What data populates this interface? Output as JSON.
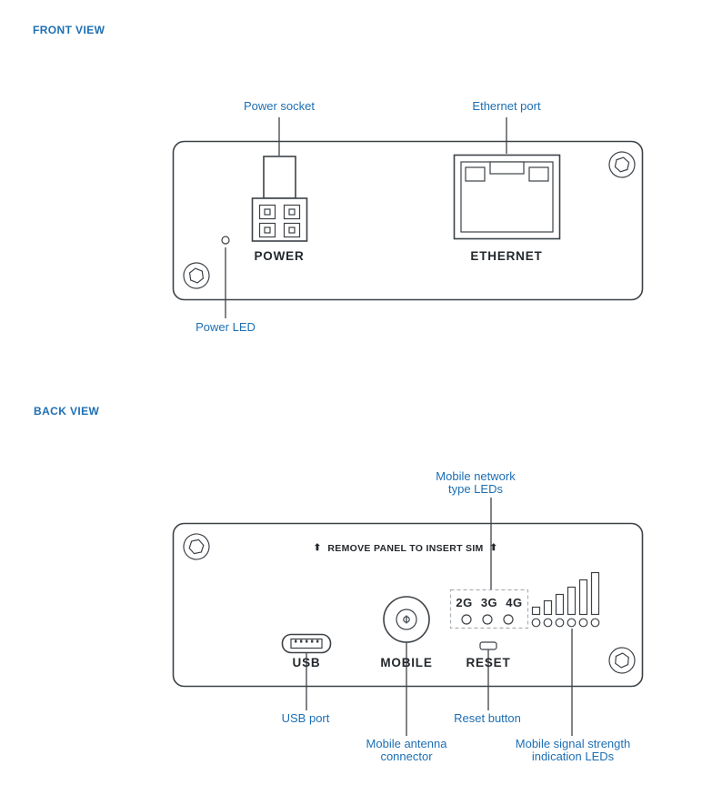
{
  "meta": {
    "accent": "#1d6fb3",
    "line_color": "#3d4247",
    "text_color": "#24282c",
    "background": "#ffffff"
  },
  "front_view": {
    "title": "FRONT VIEW",
    "callouts": {
      "power_socket": "Power socket",
      "ethernet_port": "Ethernet port",
      "power_led": "Power LED"
    },
    "panel": {
      "power": "POWER",
      "ethernet": "ETHERNET"
    }
  },
  "back_view": {
    "title": "BACK VIEW",
    "callouts": {
      "mobile_network_leds": [
        "Mobile network",
        "type LEDs"
      ],
      "usb_port": "USB port",
      "reset_button": "Reset button",
      "mobile_antenna": [
        "Mobile antenna",
        "connector"
      ],
      "signal_leds": [
        "Mobile signal strength",
        "indication LEDs"
      ]
    },
    "panel": {
      "sim_notice": "REMOVE PANEL TO INSERT SIM",
      "sim_arrow": "⬆",
      "led_types": "2G 3G 4G",
      "usb": "USB",
      "mobile": "MOBILE",
      "reset": "RESET"
    }
  }
}
